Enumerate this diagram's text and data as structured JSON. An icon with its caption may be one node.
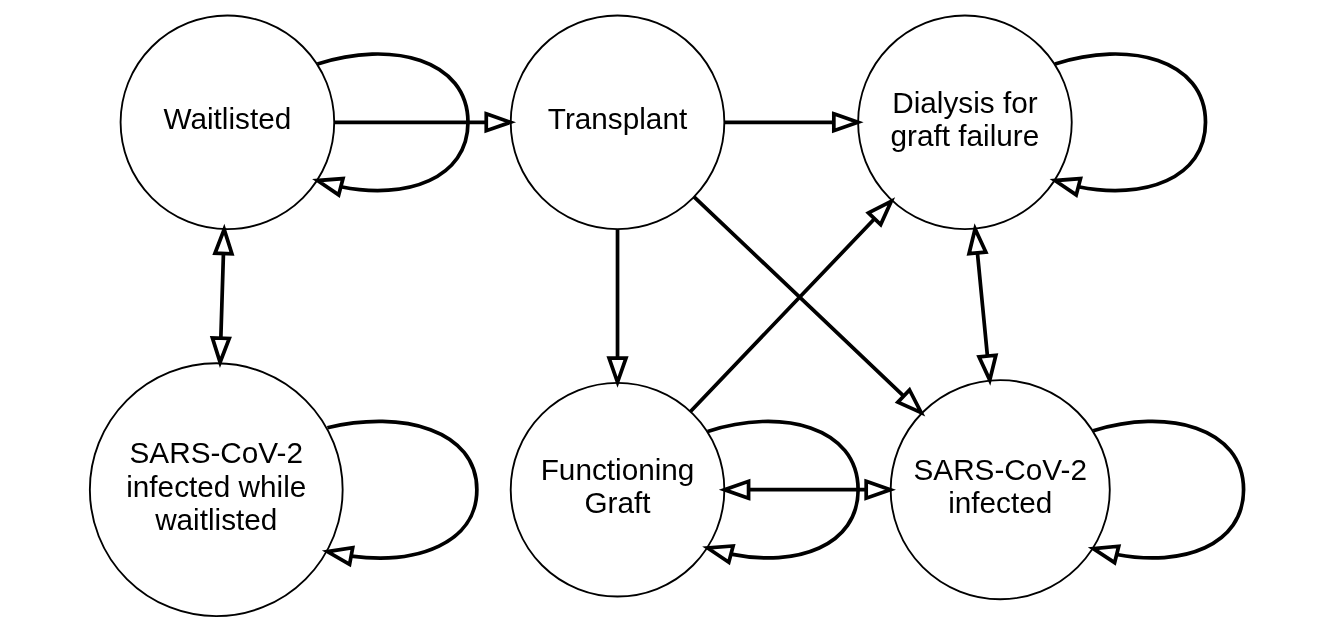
{
  "diagram": {
    "nodes": [
      {
        "text": [
          "Waitlisted"
        ]
      },
      {
        "text": [
          "Transplant"
        ]
      },
      {
        "text": [
          "Dialysis for graft failure"
        ]
      },
      {
        "text": [
          "SARS-CoV-2 infected while waitlisted"
        ]
      },
      {
        "text": [
          "Functioning Graft"
        ]
      },
      {
        "text": [
          "SARS-CoV-2 infected"
        ]
      }
    ],
    "edges": [
      {
        "from": 0,
        "to": 0,
        "arrow": "to"
      },
      {
        "from": 0,
        "to": 1,
        "arrow": "to"
      },
      {
        "from": 1,
        "to": 2,
        "arrow": "to"
      },
      {
        "from": 2,
        "to": 2,
        "arrow": "to"
      },
      {
        "from": 0,
        "to": 3,
        "arrow": "both"
      },
      {
        "from": 1,
        "to": 4,
        "arrow": "to"
      },
      {
        "from": 1,
        "to": 5,
        "arrow": "to"
      },
      {
        "from": 4,
        "to": 2,
        "arrow": "to"
      },
      {
        "from": 2,
        "to": 5,
        "arrow": "both"
      },
      {
        "from": 3,
        "to": 3,
        "arrow": "to"
      },
      {
        "from": 4,
        "to": 5,
        "arrow": "both"
      },
      {
        "from": 4,
        "to": 4,
        "arrow": "to"
      },
      {
        "from": 5,
        "to": 5,
        "arrow": "to"
      }
    ]
  }
}
